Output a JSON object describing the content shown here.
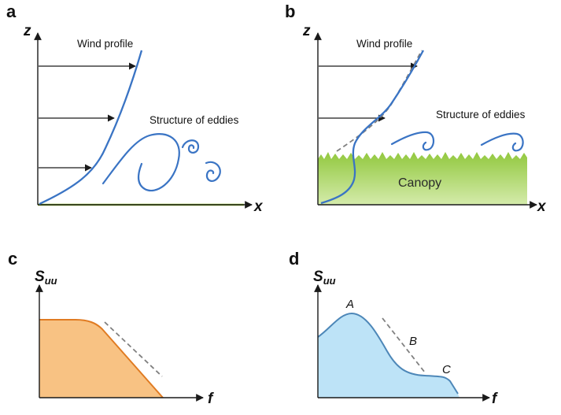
{
  "colors": {
    "axis": "#1a1a1a",
    "wind_curve": "#3a74c4",
    "ground": "#9acd32",
    "canopy_light": "#cce79a",
    "canopy_dark": "#92c83e",
    "orange_fill": "#f8c283",
    "orange_line": "#e07b22",
    "blue_fill": "#bde3f7",
    "blue_line": "#4d87b8",
    "dashed": "#808080"
  },
  "panel_a": {
    "letter": "a",
    "z_label": "z",
    "x_label": "x",
    "wind_profile_label": "Wind profile",
    "eddies_label": "Structure of eddies"
  },
  "panel_b": {
    "letter": "b",
    "z_label": "z",
    "x_label": "x",
    "wind_profile_label": "Wind profile",
    "eddies_label": "Structure of eddies",
    "canopy_label": "Canopy"
  },
  "panel_c": {
    "letter": "c",
    "y_label_main": "S",
    "y_label_sub": "uu",
    "x_label": "f"
  },
  "panel_d": {
    "letter": "d",
    "y_label_main": "S",
    "y_label_sub": "uu",
    "x_label": "f",
    "peak_a": "A",
    "peak_b": "B",
    "peak_c": "C"
  }
}
